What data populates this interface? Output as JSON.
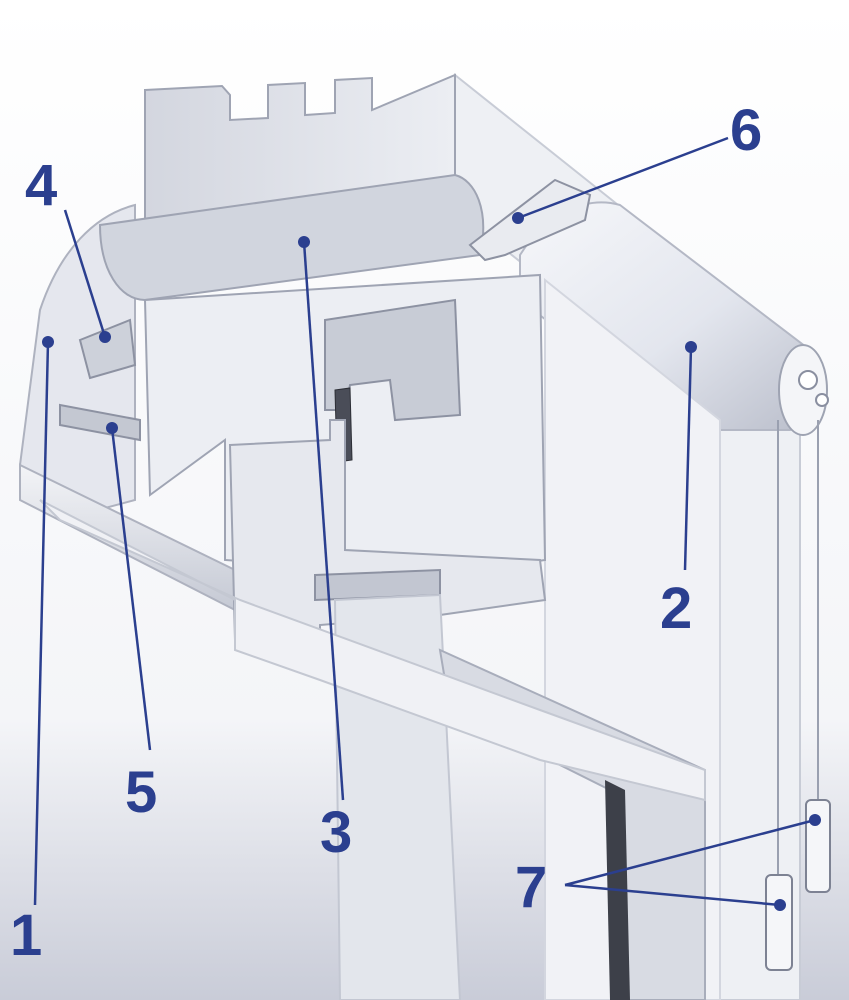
{
  "diagram": {
    "accent_color": "#2b3f8f",
    "labels": [
      {
        "id": "1",
        "text": "1"
      },
      {
        "id": "2",
        "text": "2"
      },
      {
        "id": "3",
        "text": "3"
      },
      {
        "id": "4",
        "text": "4"
      },
      {
        "id": "5",
        "text": "5"
      },
      {
        "id": "6",
        "text": "6"
      },
      {
        "id": "7",
        "text": "7"
      }
    ]
  }
}
